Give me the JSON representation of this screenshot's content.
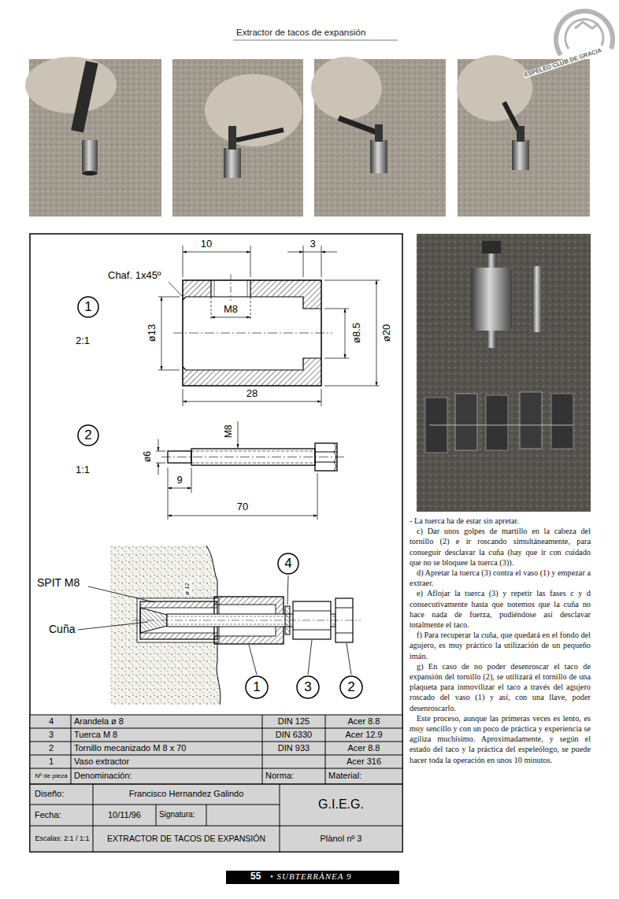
{
  "diagram": {
    "title": "Extractor de tacos de expansión",
    "nodes": [
      {
        "text": [
          "1"
        ]
      },
      {
        "text": [
          "2"
        ]
      },
      {
        "text": [
          "4"
        ]
      },
      {
        "text": [
          "1"
        ]
      },
      {
        "text": [
          "3"
        ]
      },
      {
        "text": [
          "2"
        ]
      }
    ],
    "labels": [
      "Chaf. 1x45º",
      "10",
      "3",
      "M8",
      "ø13",
      "ø8.5",
      "ø20",
      "28",
      "2:1",
      "1:1",
      "ø6",
      "M8",
      "9",
      "70",
      "SPIT M8",
      "Cuña",
      "ø 12",
      "4",
      "Arandela ø 8",
      "DIN 125",
      "Acer 8.8",
      "3",
      "Tuerca M 8",
      "DIN 6330",
      "Acer 12.9",
      "2",
      "Tornillo mecanizado M 8 x 70",
      "DIN 933",
      "Acer 8.8",
      "1",
      "Vaso extractor",
      "Acer 316",
      "Nº de pieza",
      "Denominación:",
      "Norma:",
      "Material:",
      "Diseño:",
      "Francisco Hernandez Galindo",
      "G.I.E.G.",
      "Fecha:",
      "10/11/96",
      "Signatura:",
      "Escalas: 2:1 / 1:1",
      "EXTRACTOR DE TACOS DE EXPANSIÓN",
      "Plànol nº 3",
      "- La tuerca ha de estar sin apretar.",
      "c) Dar unos golpes de martillo en la cabeza del tornillo (2) e ir roscando simultáneamente, para conseguir desclavar la cuña (hay que ir con cuidado que no se bloquee la tuerca (3)).",
      "d) Apretar la tuerca (3) contra el vaso (1) y empezar a extraer.",
      "e) Aflojar la tuerca (3) y repetir las fases c y d consecutivamente hasta que notemos que la cuña no hace nada de fuerza, pudiéndose así desclavar totalmente el taco.",
      "f) Para recuperar la cuña, que quedará en el fondo del agujero, es muy práctico la utilización de un pequeño imán.",
      "g) En caso de no poder desenroscar el taco de expansión del tornillo (2), se utilizará el tornillo de una plaqueta para inmovilizar el taco a través del agujero roscado del vaso (1) y así, con una llave, poder desenroscarlo.",
      "Este proceso, aunque las primeras veces es lento, es muy sencillo y con un poco de práctica y experiencia se agiliza muchísimo. Aproximadamente, y según el estado del taco y la práctica del espeleólogo, se puede hacer toda la operación en unos 10 minutos.",
      "55",
      "• SUBTERRÀNEA 9",
      "ESPELEO CLUB DE GRACIA"
    ]
  }
}
